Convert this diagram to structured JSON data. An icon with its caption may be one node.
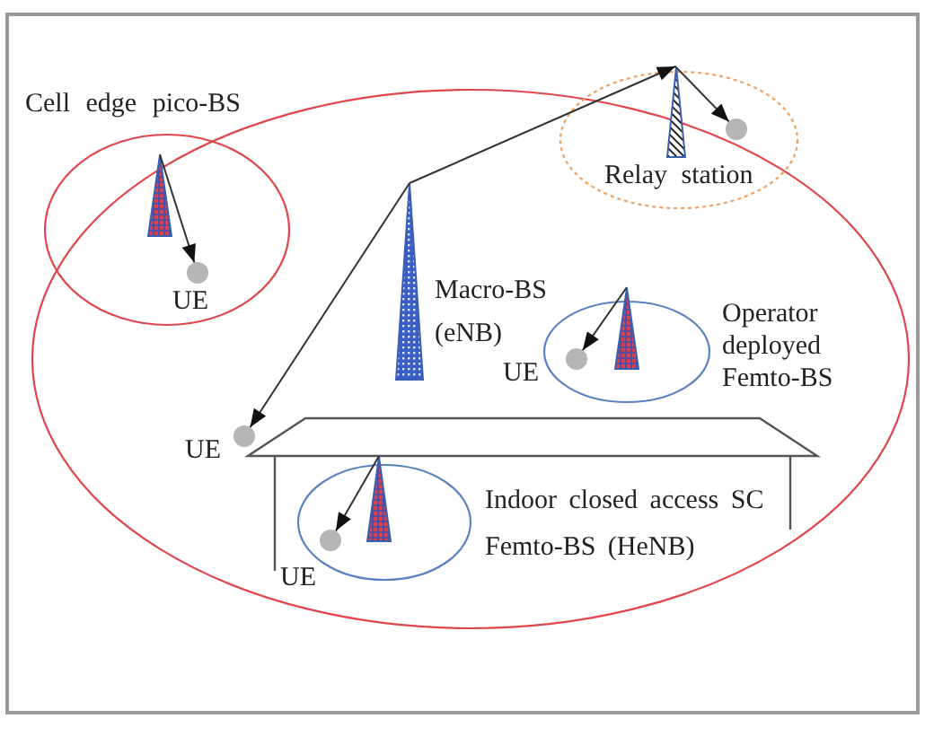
{
  "diagram": {
    "nodes": [
      {
        "text": [],
        "shape": "picture",
        "beside": [
          "Cell edge pico-BS"
        ]
      },
      {
        "text": [],
        "shape": "circle",
        "beside": [
          "UE"
        ]
      },
      {
        "text": [],
        "shape": "picture",
        "beside": [
          "Macro-BS (eNB)"
        ]
      },
      {
        "text": [],
        "shape": "picture",
        "beside": [
          "Relay station"
        ]
      },
      {
        "text": [],
        "shape": "circle"
      },
      {
        "text": [],
        "shape": "picture",
        "beside": [
          "Operator deployed Femto-BS"
        ]
      },
      {
        "text": [],
        "shape": "circle",
        "beside": [
          "UE"
        ]
      },
      {
        "text": [],
        "shape": "circle",
        "beside": [
          "UE"
        ]
      },
      {
        "text": [],
        "shape": "picture",
        "beside": [
          "Indoor closed access SC Femto-BS (HeNB)"
        ]
      },
      {
        "text": [],
        "shape": "circle",
        "beside": [
          "UE"
        ]
      }
    ],
    "edges": [
      {
        "from": 0,
        "to": 1,
        "arrow": "to"
      },
      {
        "from": 2,
        "to": 3,
        "arrow": "to"
      },
      {
        "from": 3,
        "to": 4,
        "arrow": "to"
      },
      {
        "from": 2,
        "to": 7,
        "arrow": "to"
      },
      {
        "from": 5,
        "to": 6,
        "arrow": "to"
      },
      {
        "from": 8,
        "to": 9,
        "arrow": "to"
      }
    ]
  }
}
